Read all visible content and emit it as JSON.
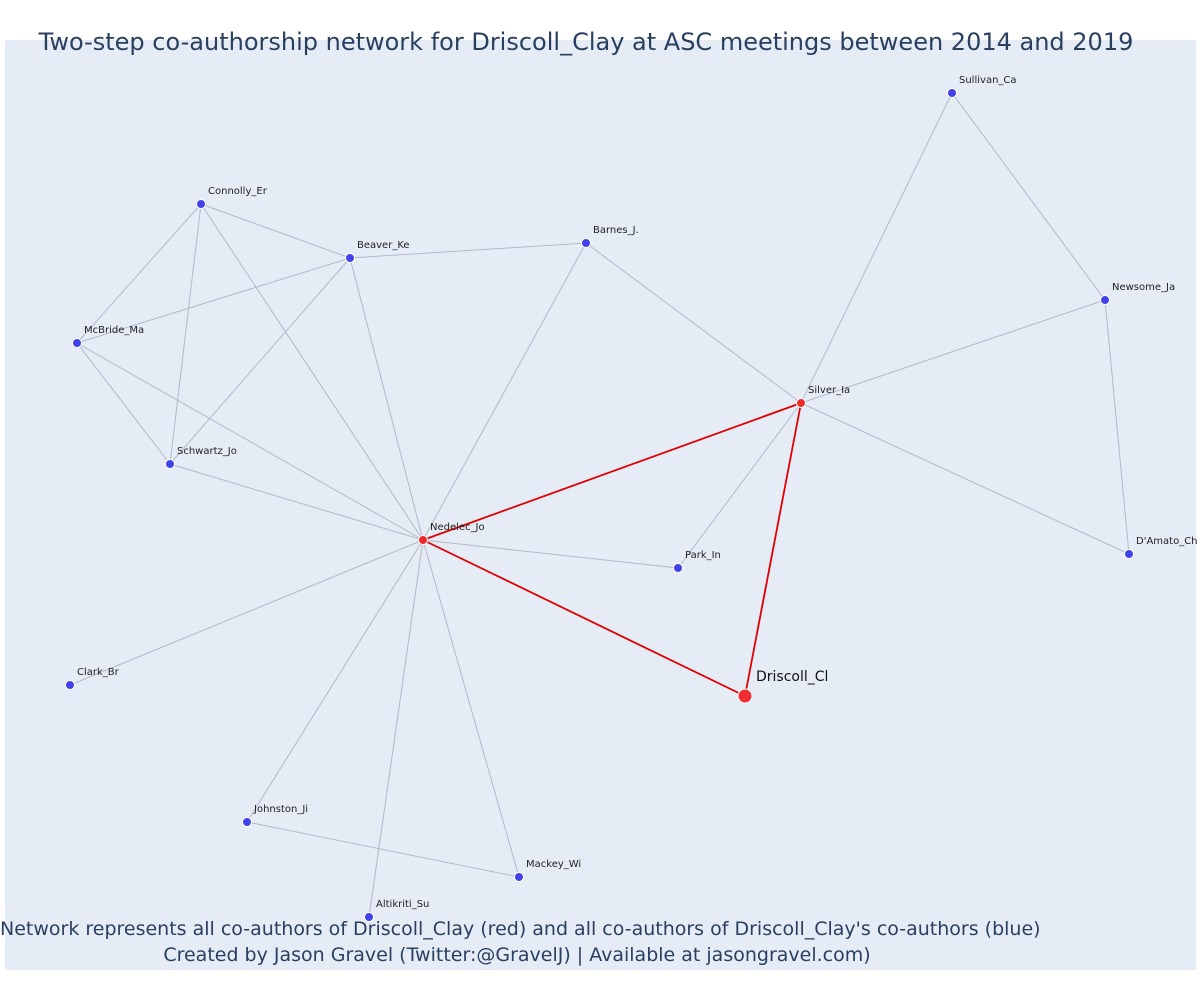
{
  "title": "Two-step co-authorship network for Driscoll_Clay at ASC meetings between 2014 and 2019",
  "caption_line1": "Network represents all co-authors of Driscoll_Clay (red) and all co-authors of Driscoll_Clay's co-authors (blue)",
  "caption_line2": "Created by Jason Gravel (Twitter:@GravelJ) | Available at jasongravel.com)",
  "colors": {
    "background": "#e5ecf6",
    "text": "#2a3f5f",
    "focal": "#f02f35",
    "coauthor": "#ee2a2a",
    "second_step": "#4242ea",
    "edge_focal": "#e00000",
    "edge_other": "#b4b8c8"
  },
  "nodes": [
    {
      "id": "Driscoll_Cl",
      "group": "focal"
    },
    {
      "id": "Nedelec_Jo",
      "group": "coauthor"
    },
    {
      "id": "Silver_Ia",
      "group": "coauthor"
    },
    {
      "id": "Sullivan_Ca",
      "group": "second"
    },
    {
      "id": "Connolly_Er",
      "group": "second"
    },
    {
      "id": "Beaver_Ke",
      "group": "second"
    },
    {
      "id": "Barnes_J.",
      "group": "second"
    },
    {
      "id": "Newsome_Ja",
      "group": "second"
    },
    {
      "id": "McBride_Ma",
      "group": "second"
    },
    {
      "id": "Schwartz_Jo",
      "group": "second"
    },
    {
      "id": "Park_In",
      "group": "second"
    },
    {
      "id": "D'Amato_Ch",
      "group": "second"
    },
    {
      "id": "Clark_Br",
      "group": "second"
    },
    {
      "id": "Johnston_Ji",
      "group": "second"
    },
    {
      "id": "Mackey_Wi",
      "group": "second"
    },
    {
      "id": "Altikriti_Su",
      "group": "second"
    }
  ],
  "edges": [
    {
      "source": "Driscoll_Cl",
      "target": "Nedelec_Jo",
      "type": "focal"
    },
    {
      "source": "Driscoll_Cl",
      "target": "Silver_Ia",
      "type": "focal"
    },
    {
      "source": "Nedelec_Jo",
      "target": "Silver_Ia",
      "type": "focal"
    },
    {
      "source": "Connolly_Er",
      "target": "Beaver_Ke",
      "type": "other"
    },
    {
      "source": "Connolly_Er",
      "target": "McBride_Ma",
      "type": "other"
    },
    {
      "source": "Connolly_Er",
      "target": "Schwartz_Jo",
      "type": "other"
    },
    {
      "source": "Connolly_Er",
      "target": "Nedelec_Jo",
      "type": "other"
    },
    {
      "source": "Beaver_Ke",
      "target": "McBride_Ma",
      "type": "other"
    },
    {
      "source": "Beaver_Ke",
      "target": "Schwartz_Jo",
      "type": "other"
    },
    {
      "source": "Beaver_Ke",
      "target": "Barnes_J.",
      "type": "other"
    },
    {
      "source": "Beaver_Ke",
      "target": "Nedelec_Jo",
      "type": "other"
    },
    {
      "source": "McBride_Ma",
      "target": "Schwartz_Jo",
      "type": "other"
    },
    {
      "source": "McBride_Ma",
      "target": "Nedelec_Jo",
      "type": "other"
    },
    {
      "source": "Schwartz_Jo",
      "target": "Nedelec_Jo",
      "type": "other"
    },
    {
      "source": "Barnes_J.",
      "target": "Nedelec_Jo",
      "type": "other"
    },
    {
      "source": "Barnes_J.",
      "target": "Silver_Ia",
      "type": "other"
    },
    {
      "source": "Sullivan_Ca",
      "target": "Silver_Ia",
      "type": "other"
    },
    {
      "source": "Sullivan_Ca",
      "target": "Newsome_Ja",
      "type": "other"
    },
    {
      "source": "Newsome_Ja",
      "target": "Silver_Ia",
      "type": "other"
    },
    {
      "source": "Newsome_Ja",
      "target": "D'Amato_Ch",
      "type": "other"
    },
    {
      "source": "Silver_Ia",
      "target": "D'Amato_Ch",
      "type": "other"
    },
    {
      "source": "Silver_Ia",
      "target": "Park_In",
      "type": "other"
    },
    {
      "source": "Nedelec_Jo",
      "target": "Park_In",
      "type": "other"
    },
    {
      "source": "Nedelec_Jo",
      "target": "Clark_Br",
      "type": "other"
    },
    {
      "source": "Nedelec_Jo",
      "target": "Johnston_Ji",
      "type": "other"
    },
    {
      "source": "Nedelec_Jo",
      "target": "Altikriti_Su",
      "type": "other"
    },
    {
      "source": "Nedelec_Jo",
      "target": "Mackey_Wi",
      "type": "other"
    },
    {
      "source": "Johnston_Ji",
      "target": "Mackey_Wi",
      "type": "other"
    }
  ]
}
